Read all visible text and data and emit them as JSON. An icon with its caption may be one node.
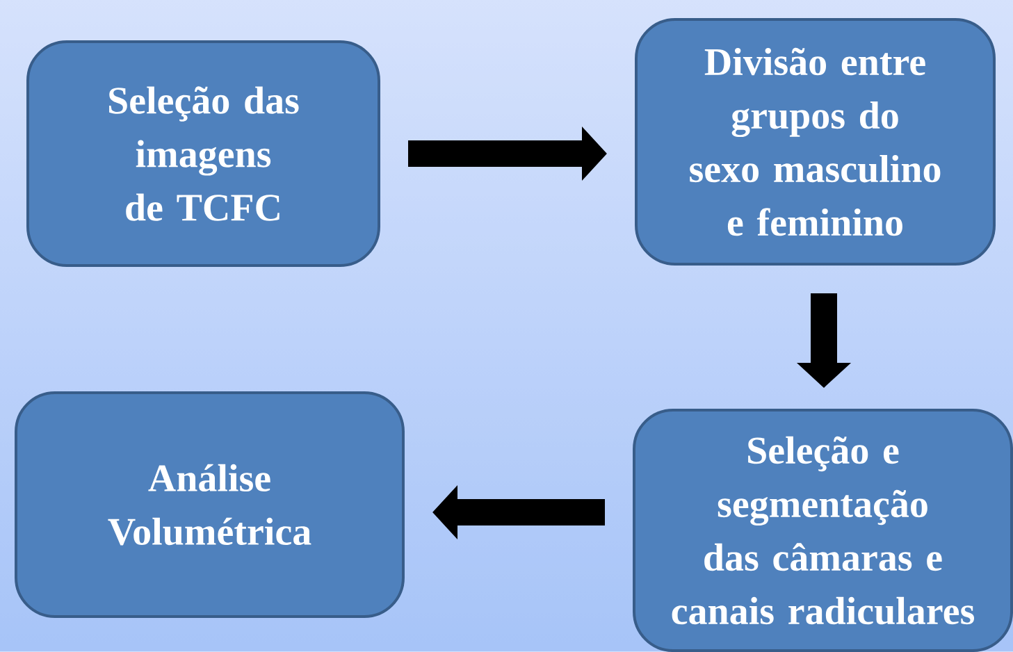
{
  "diagram": {
    "nodes": [
      {
        "text": [
          "Seleção das imagens de TCFC"
        ]
      },
      {
        "text": [
          "Divisão entre grupos do sexo masculino e feminino"
        ]
      },
      {
        "text": [
          "Seleção e segmentação das câmaras e canais radiculares"
        ]
      },
      {
        "text": [
          "Análise Volumétrica"
        ]
      }
    ],
    "edges": [
      {
        "from": 0,
        "to": 1,
        "arrow": "to"
      },
      {
        "from": 1,
        "to": 2,
        "arrow": "to"
      },
      {
        "from": 2,
        "to": 3,
        "arrow": "to"
      }
    ]
  }
}
